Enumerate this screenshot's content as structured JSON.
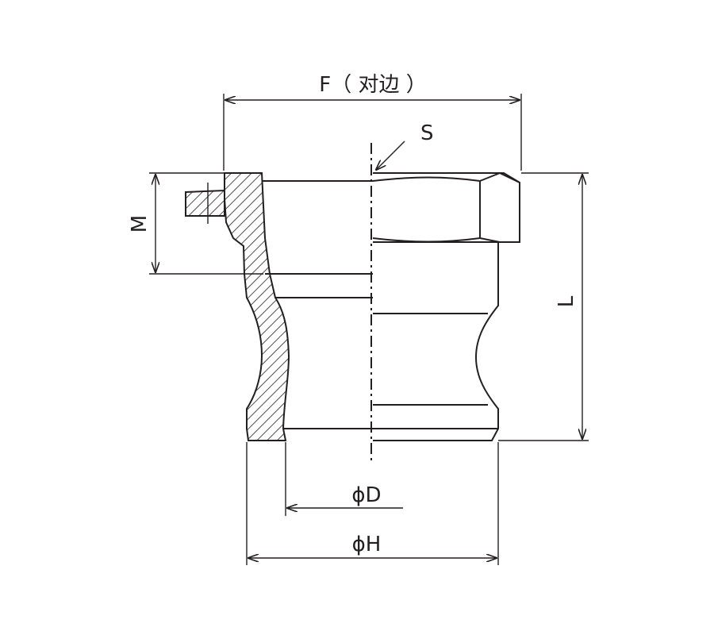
{
  "labels": {
    "f": "F（ 对边 ）",
    "s": "S",
    "m": "M",
    "l": "L",
    "d": "ϕD",
    "h": "ϕH"
  },
  "colors": {
    "line": "#231f20",
    "background": "#ffffff"
  }
}
